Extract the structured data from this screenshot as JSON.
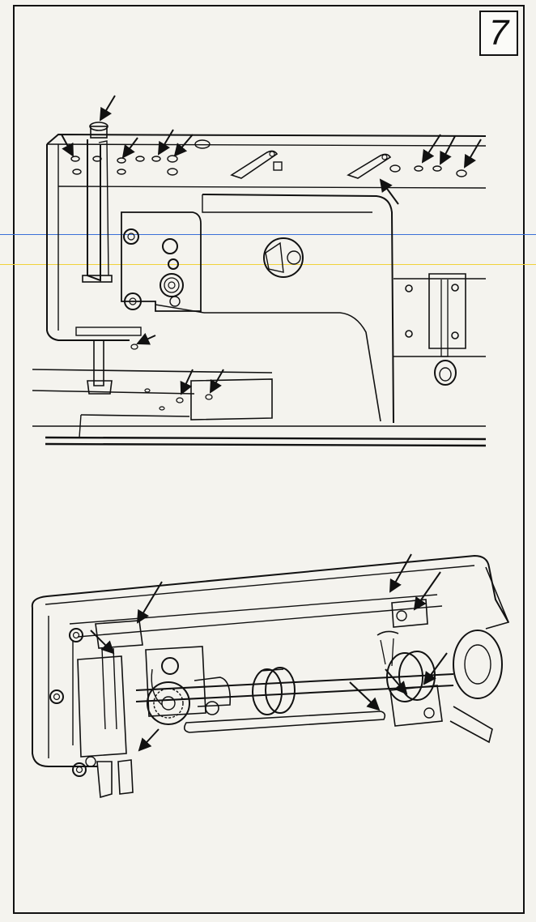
{
  "page": {
    "number": "7"
  },
  "colors": {
    "ink": "#111111",
    "paper": "#f4f3ee",
    "scan_blue": "#3a6fd8",
    "scan_yellow": "#f0d23a"
  },
  "figures": [
    {
      "id": "top",
      "icon": "sewing-machine-front-lubrication-diagram"
    },
    {
      "id": "bottom",
      "icon": "sewing-machine-underside-lubrication-diagram"
    }
  ]
}
